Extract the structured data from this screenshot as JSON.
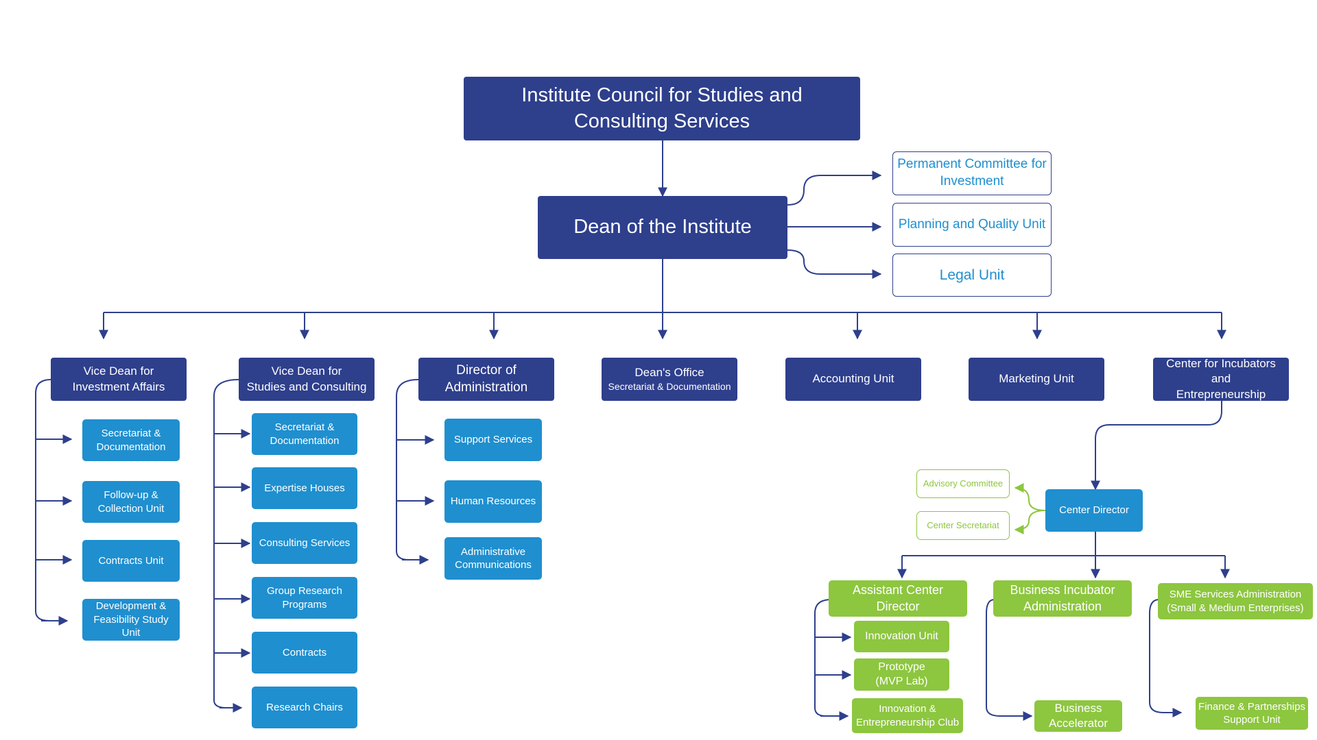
{
  "colors": {
    "dark_navy": "#2e3f8c",
    "blue": "#1f8fcf",
    "green": "#8dc63f",
    "connector": "#2e3f8c"
  },
  "council": {
    "label": "Institute Council for Studies and\nConsulting Services"
  },
  "dean": {
    "label": "Dean of the Institute"
  },
  "dean_side_units": [
    "Permanent Committee for\nInvestment",
    "Planning and Quality Unit",
    "Legal Unit"
  ],
  "departments": {
    "vd_investment": {
      "label": "Vice Dean for\nInvestment Affairs",
      "children": [
        "Secretariat &\nDocumentation",
        "Follow-up &\nCollection Unit",
        "Contracts Unit",
        "Development &\nFeasibility Study Unit"
      ]
    },
    "vd_studies": {
      "label": "Vice Dean for\nStudies and Consulting",
      "children": [
        "Secretariat &\nDocumentation",
        "Expertise Houses",
        "Consulting Services",
        "Group Research\nPrograms",
        "Contracts",
        "Research Chairs"
      ]
    },
    "dir_admin": {
      "label": "Director of\nAdministration",
      "children": [
        "Support Services",
        "Human Resources",
        "Administrative\nCommunications"
      ]
    },
    "deans_office": {
      "label": "Dean's Office",
      "sublabel": "Secretariat & Documentation"
    },
    "accounting": {
      "label": "Accounting Unit"
    },
    "marketing": {
      "label": "Marketing Unit"
    },
    "incubators": {
      "label": "Center for Incubators and\nEntrepreneurship"
    }
  },
  "center": {
    "director": "Center Director",
    "side_bodies": [
      "Advisory Committee",
      "Center Secretariat"
    ],
    "branches": {
      "assistant": {
        "label": "Assistant Center\nDirector",
        "children": [
          "Innovation Unit",
          "Prototype\n(MVP Lab)",
          "Innovation &\nEntrepreneurship Club"
        ]
      },
      "incubator_admin": {
        "label": "Business Incubator\nAdministration",
        "children": [
          "Business\nAccelerator"
        ]
      },
      "sme": {
        "label": "SME Services Administration\n(Small & Medium Enterprises)",
        "children": [
          "Finance & Partnerships\nSupport Unit"
        ]
      }
    }
  }
}
